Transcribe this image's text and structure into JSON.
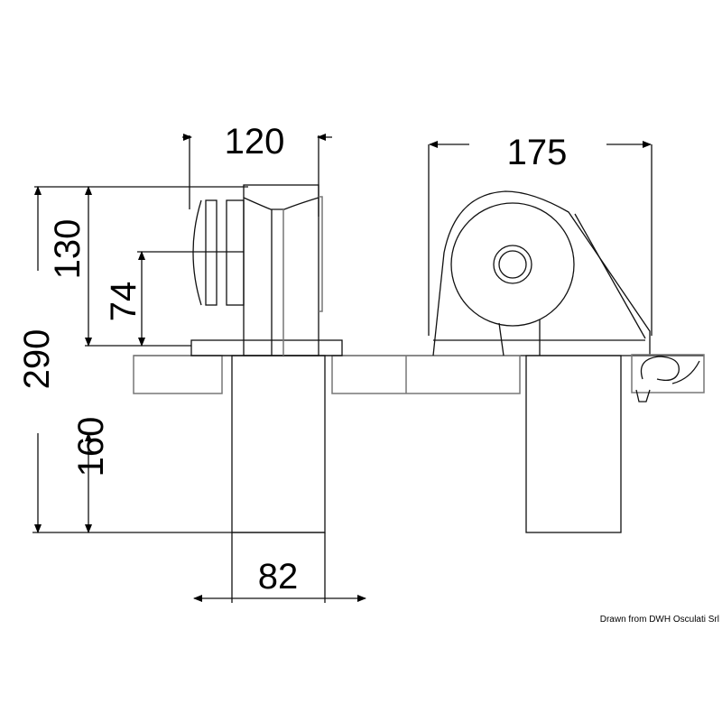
{
  "dimensions": {
    "width_left_winch": "120",
    "width_right_winch": "175",
    "height_above_deck": "130",
    "chain_height": "74",
    "total_height": "290",
    "height_below_deck": "160",
    "base_width": "82"
  },
  "credit": "Drawn from DWH Osculati Srl"
}
